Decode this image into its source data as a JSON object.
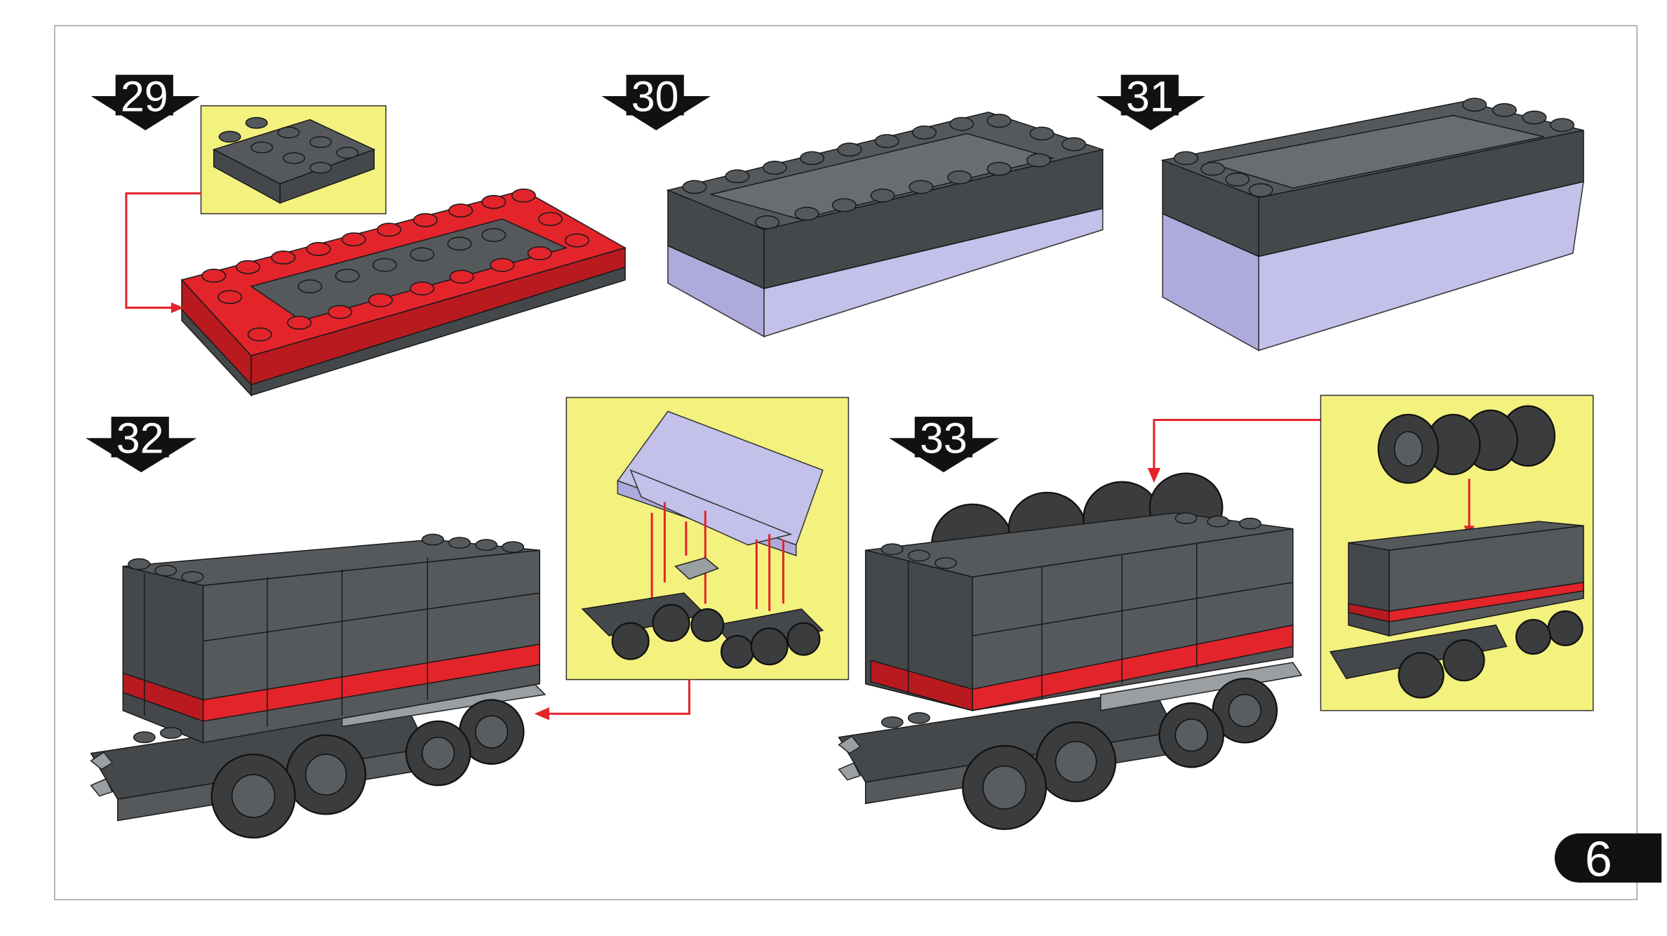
{
  "steps": [
    {
      "number": "29"
    },
    {
      "number": "30"
    },
    {
      "number": "31"
    },
    {
      "number": "32"
    },
    {
      "number": "33"
    }
  ],
  "page_number": "6",
  "colors": {
    "brick_gray": "#56595c",
    "brick_red": "#e3242b",
    "ghost_lavender": "#c3c0ea",
    "callout_yellow": "#f4f27e",
    "arrow_red": "#e3242b",
    "frame": "#9aa3ad"
  }
}
